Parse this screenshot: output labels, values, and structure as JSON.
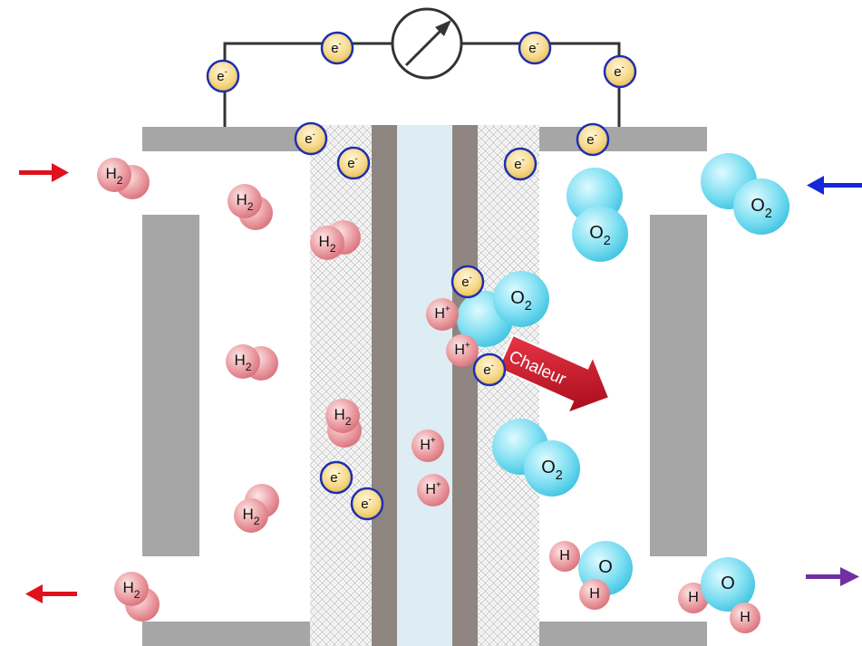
{
  "diagram": {
    "labels": {
      "electron": "e",
      "electron_charge": "-",
      "hydrogen_symbol": "H",
      "hydrogen_subscript": "2",
      "oxygen_symbol": "O",
      "oxygen_subscript": "2",
      "proton": "H",
      "proton_charge": "+",
      "hydrogen_atom": "H",
      "oxygen_atom": "O",
      "heat": "Chaleur"
    },
    "colors": {
      "plate": "#a6a6a6",
      "gas_diffusion_layer_pattern": "#c8c8c8",
      "catalyst_layer": "#8f8580",
      "electrolyte_membrane": "#ddedf3",
      "circuit_wire": "#333333",
      "electron_fill": "#f3d27a",
      "electron_border": "#1e2fb0",
      "hydrogen_fill": "#e8959b",
      "oxygen_fill": "#6ed8ef",
      "heat_arrow": "#c40a1e",
      "hydrogen_flow_arrow": "#e0101c",
      "oxygen_flow_arrow": "#1428d8",
      "water_flow_arrow": "#7030a0"
    },
    "icons": [
      "ammeter-icon",
      "electron-icon",
      "hydrogen-molecule-icon",
      "oxygen-molecule-icon",
      "proton-icon",
      "water-molecule-icon",
      "heat-arrow-icon",
      "flow-arrow-icon"
    ]
  }
}
